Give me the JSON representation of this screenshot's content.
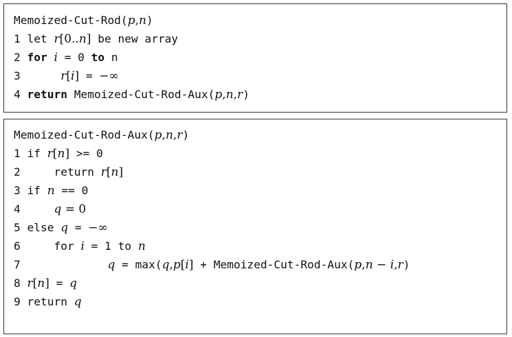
{
  "blocks": [
    {
      "name": "memoized-cut-rod",
      "lines": [
        [
          {
            "t": "Memoized-Cut-Rod(",
            "s": "code"
          },
          {
            "t": "p",
            "s": "math"
          },
          {
            "t": ",",
            "s": "mathr"
          },
          {
            "t": "n",
            "s": "math"
          },
          {
            "t": ")",
            "s": "code"
          }
        ],
        [
          {
            "t": "1 let ",
            "s": "code"
          },
          {
            "t": "r",
            "s": "math"
          },
          {
            "t": "[0..",
            "s": "mathr"
          },
          {
            "t": "n",
            "s": "math"
          },
          {
            "t": "]",
            "s": "mathr"
          },
          {
            "t": " be new array",
            "s": "code"
          }
        ],
        [
          {
            "t": "2 ",
            "s": "code"
          },
          {
            "t": "for",
            "s": "kw"
          },
          {
            "t": " ",
            "s": "code"
          },
          {
            "t": "i",
            "s": "math"
          },
          {
            "t": " = 0 ",
            "s": "code"
          },
          {
            "t": "to",
            "s": "kw"
          },
          {
            "t": " n",
            "s": "code"
          }
        ],
        [
          {
            "t": "3      ",
            "s": "code"
          },
          {
            "t": "r",
            "s": "math"
          },
          {
            "t": "[",
            "s": "mathr"
          },
          {
            "t": "i",
            "s": "math"
          },
          {
            "t": "]",
            "s": "mathr"
          },
          {
            "t": " = ",
            "s": "code"
          },
          {
            "t": "−∞",
            "s": "mathr"
          }
        ],
        [
          {
            "t": "4 ",
            "s": "code"
          },
          {
            "t": "return",
            "s": "kw"
          },
          {
            "t": " Memoized-Cut-Rod-Aux(",
            "s": "code"
          },
          {
            "t": "p",
            "s": "math"
          },
          {
            "t": ",",
            "s": "mathr"
          },
          {
            "t": "n",
            "s": "math"
          },
          {
            "t": ",",
            "s": "mathr"
          },
          {
            "t": "r",
            "s": "math"
          },
          {
            "t": ")",
            "s": "code"
          }
        ]
      ]
    },
    {
      "name": "memoized-cut-rod-aux",
      "lines": [
        [
          {
            "t": "Memoized-Cut-Rod-Aux(",
            "s": "code"
          },
          {
            "t": "p",
            "s": "math"
          },
          {
            "t": ",",
            "s": "mathr"
          },
          {
            "t": "n",
            "s": "math"
          },
          {
            "t": ",",
            "s": "mathr"
          },
          {
            "t": "r",
            "s": "math"
          },
          {
            "t": ")",
            "s": "code"
          }
        ],
        [
          {
            "t": "1 if ",
            "s": "code"
          },
          {
            "t": "r",
            "s": "math"
          },
          {
            "t": "[",
            "s": "mathr"
          },
          {
            "t": "n",
            "s": "math"
          },
          {
            "t": "]",
            "s": "mathr"
          },
          {
            "t": " >= 0",
            "s": "code"
          }
        ],
        [
          {
            "t": "2     return ",
            "s": "code"
          },
          {
            "t": "r",
            "s": "math"
          },
          {
            "t": "[",
            "s": "mathr"
          },
          {
            "t": "n",
            "s": "math"
          },
          {
            "t": "]",
            "s": "mathr"
          }
        ],
        [
          {
            "t": "3 if ",
            "s": "code"
          },
          {
            "t": "n",
            "s": "math"
          },
          {
            "t": " == 0",
            "s": "code"
          }
        ],
        [
          {
            "t": "4     ",
            "s": "code"
          },
          {
            "t": "q",
            "s": "math"
          },
          {
            "t": " = 0",
            "s": "mathr"
          }
        ],
        [
          {
            "t": "5 else ",
            "s": "code"
          },
          {
            "t": "q",
            "s": "math"
          },
          {
            "t": " = ",
            "s": "code"
          },
          {
            "t": "−∞",
            "s": "mathr"
          }
        ],
        [
          {
            "t": "6     for ",
            "s": "code"
          },
          {
            "t": "i",
            "s": "math"
          },
          {
            "t": " = 1 to ",
            "s": "code"
          },
          {
            "t": "n",
            "s": "math"
          }
        ],
        [
          {
            "t": "7             ",
            "s": "code"
          },
          {
            "t": "q",
            "s": "math"
          },
          {
            "t": " = max(",
            "s": "code"
          },
          {
            "t": "q",
            "s": "math"
          },
          {
            "t": ",",
            "s": "mathr"
          },
          {
            "t": "p",
            "s": "math"
          },
          {
            "t": "[",
            "s": "mathr"
          },
          {
            "t": "i",
            "s": "math"
          },
          {
            "t": "]",
            "s": "mathr"
          },
          {
            "t": " + Memoized-Cut-Rod-Aux(",
            "s": "code"
          },
          {
            "t": "p",
            "s": "math"
          },
          {
            "t": ",",
            "s": "mathr"
          },
          {
            "t": "n",
            "s": "math"
          },
          {
            "t": " − ",
            "s": "mathr"
          },
          {
            "t": "i",
            "s": "math"
          },
          {
            "t": ",",
            "s": "mathr"
          },
          {
            "t": "r",
            "s": "math"
          },
          {
            "t": ")",
            "s": "code"
          }
        ],
        [
          {
            "t": "8 ",
            "s": "code"
          },
          {
            "t": "r",
            "s": "math"
          },
          {
            "t": "[",
            "s": "mathr"
          },
          {
            "t": "n",
            "s": "math"
          },
          {
            "t": "]",
            "s": "mathr"
          },
          {
            "t": " = ",
            "s": "code"
          },
          {
            "t": "q",
            "s": "math"
          }
        ],
        [
          {
            "t": "9 return ",
            "s": "code"
          },
          {
            "t": "q",
            "s": "math"
          }
        ]
      ]
    }
  ]
}
